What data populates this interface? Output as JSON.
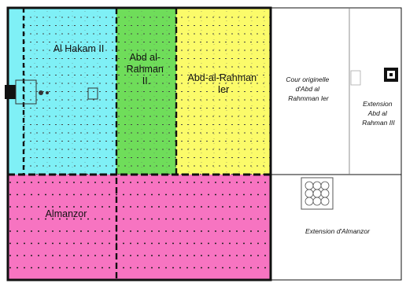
{
  "zones": {
    "al_hakam": {
      "label": "Al Hakam II",
      "color": "#7ff0f6"
    },
    "abd_rahman_ii": {
      "label_lines": [
        "Abd al-",
        "Rahman",
        "II."
      ],
      "color": "#6fdd5a"
    },
    "abd_rahman_ier": {
      "label_lines": [
        "Abd-al-Rahman",
        "Ier"
      ],
      "color": "#fbfb6a"
    },
    "almanzor": {
      "label": "Almanzor",
      "color": "#f774c1"
    },
    "cour": {
      "label_lines": [
        "Cour originelle",
        "d'Abd al",
        "Rahmman Ier"
      ]
    },
    "ext_abd_rahman_iii": {
      "label_lines": [
        "Extension",
        "Abd al",
        "Rahman III"
      ]
    },
    "ext_almanzor": {
      "label": "Extension d'Almanzor"
    }
  }
}
